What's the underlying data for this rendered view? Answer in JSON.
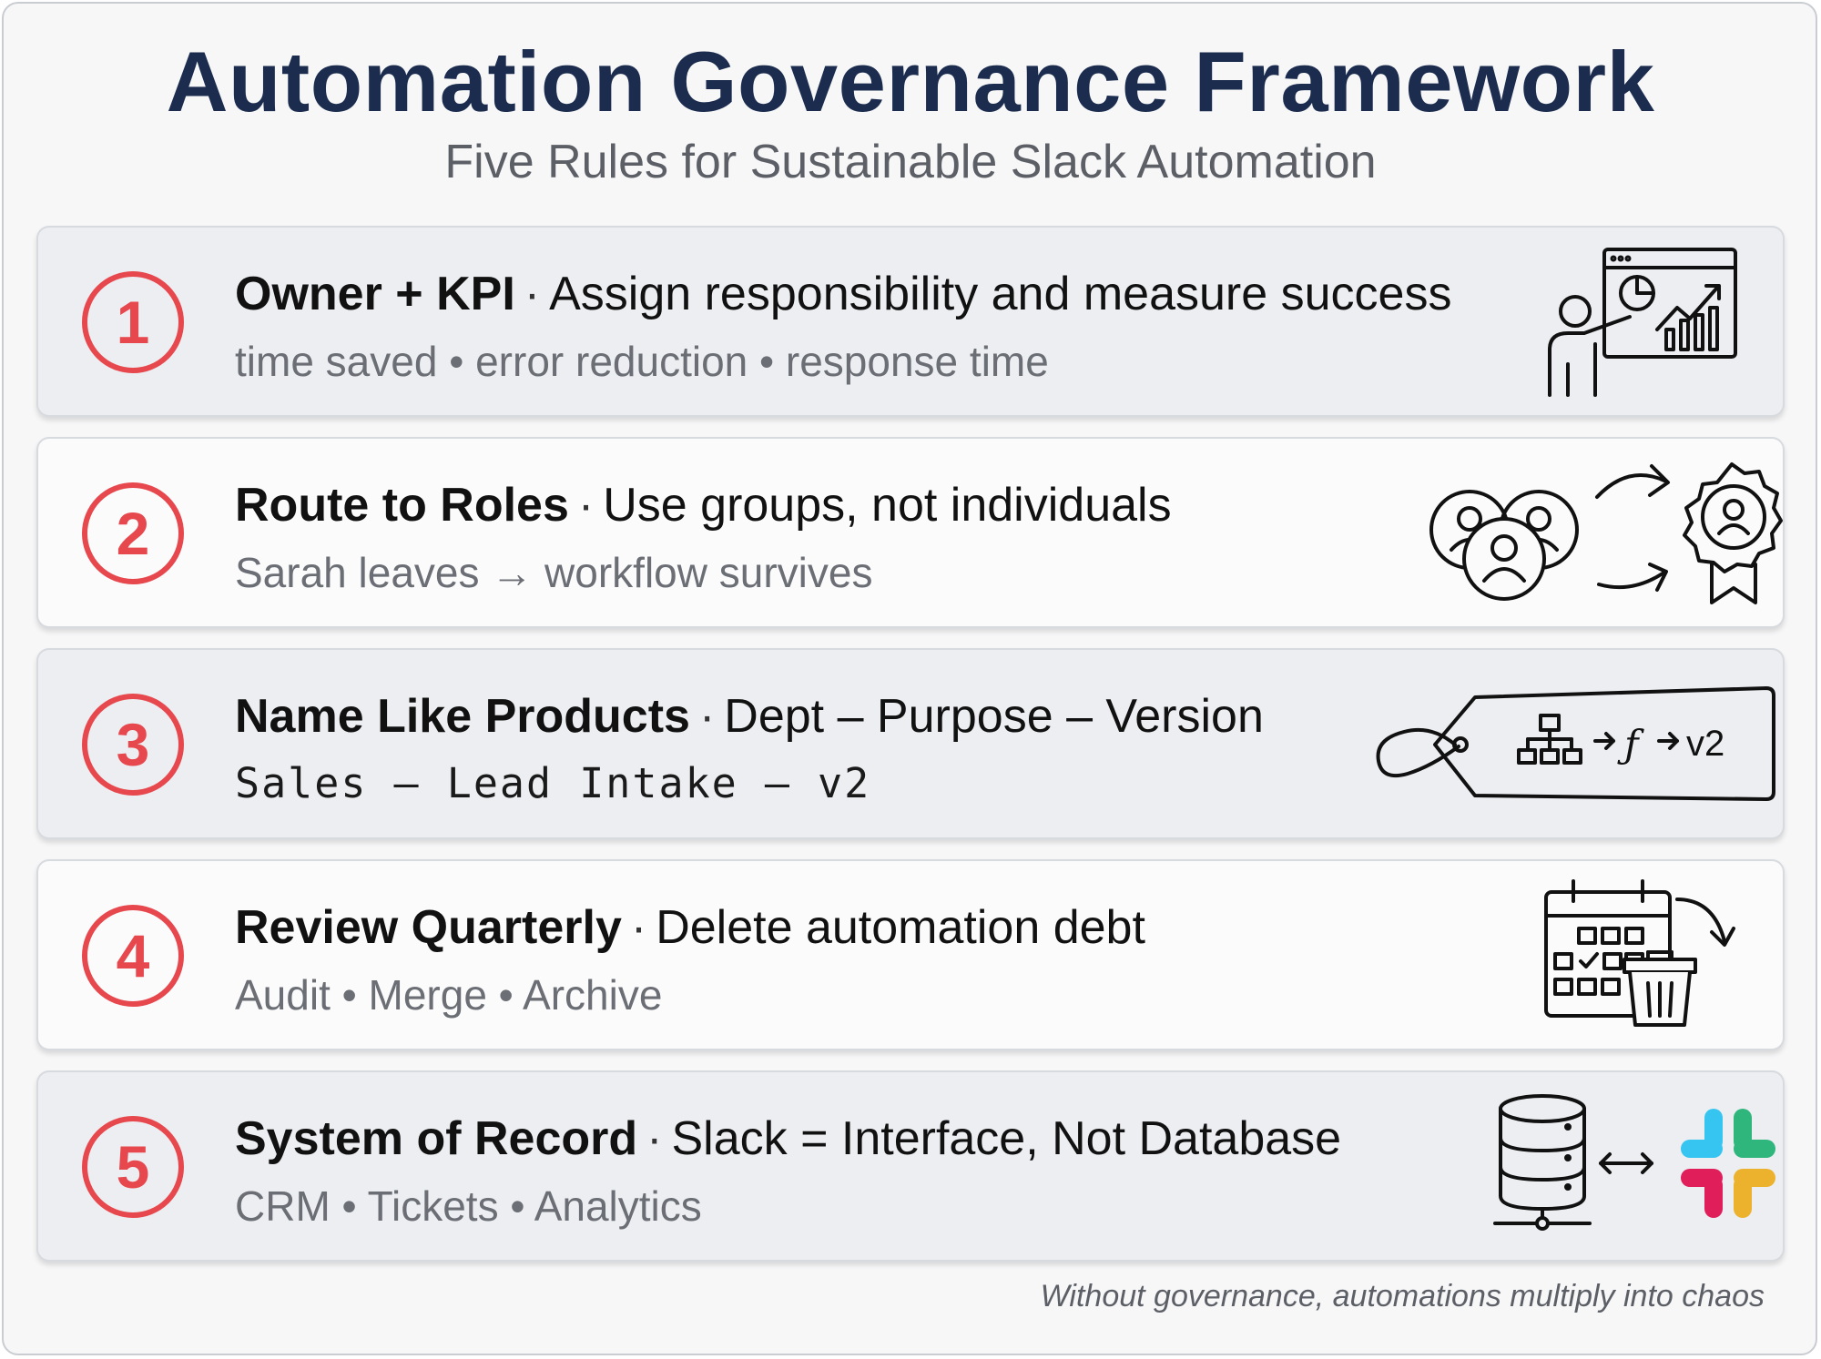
{
  "header": {
    "title": "Automation Governance Framework",
    "subtitle": "Five Rules for Sustainable Slack Automation"
  },
  "rules": [
    {
      "number": "1",
      "heading": "Owner + KPI",
      "description": "Assign responsibility and measure success",
      "detail": "time saved • error reduction • response time",
      "icon": "presenter-chart-icon"
    },
    {
      "number": "2",
      "heading": "Route to Roles",
      "description": "Use groups, not individuals",
      "detail": "Sarah leaves → workflow survives",
      "icon": "group-to-role-badge-icon"
    },
    {
      "number": "3",
      "heading": "Name Like Products",
      "description": "Dept – Purpose – Version",
      "detail": "Sales – Lead Intake – v2",
      "icon": "label-tag-icon",
      "tag_text": "v2"
    },
    {
      "number": "4",
      "heading": "Review Quarterly",
      "description": "Delete automation debt",
      "detail": "Audit • Merge • Archive",
      "icon": "calendar-trash-icon"
    },
    {
      "number": "5",
      "heading": "System of Record",
      "description": "Slack = Interface, Not Database",
      "detail": "CRM • Tickets • Analytics",
      "icon": "database-slack-icon"
    }
  ],
  "separator": "·",
  "footer": {
    "note": "Without governance, automations multiply into chaos"
  },
  "colors": {
    "title": "#1b2c4e",
    "number_accent": "#e6484d",
    "slack_blue": "#36c5f0",
    "slack_green": "#2eb67d",
    "slack_red": "#e01e5a",
    "slack_yellow": "#ecb22e"
  }
}
